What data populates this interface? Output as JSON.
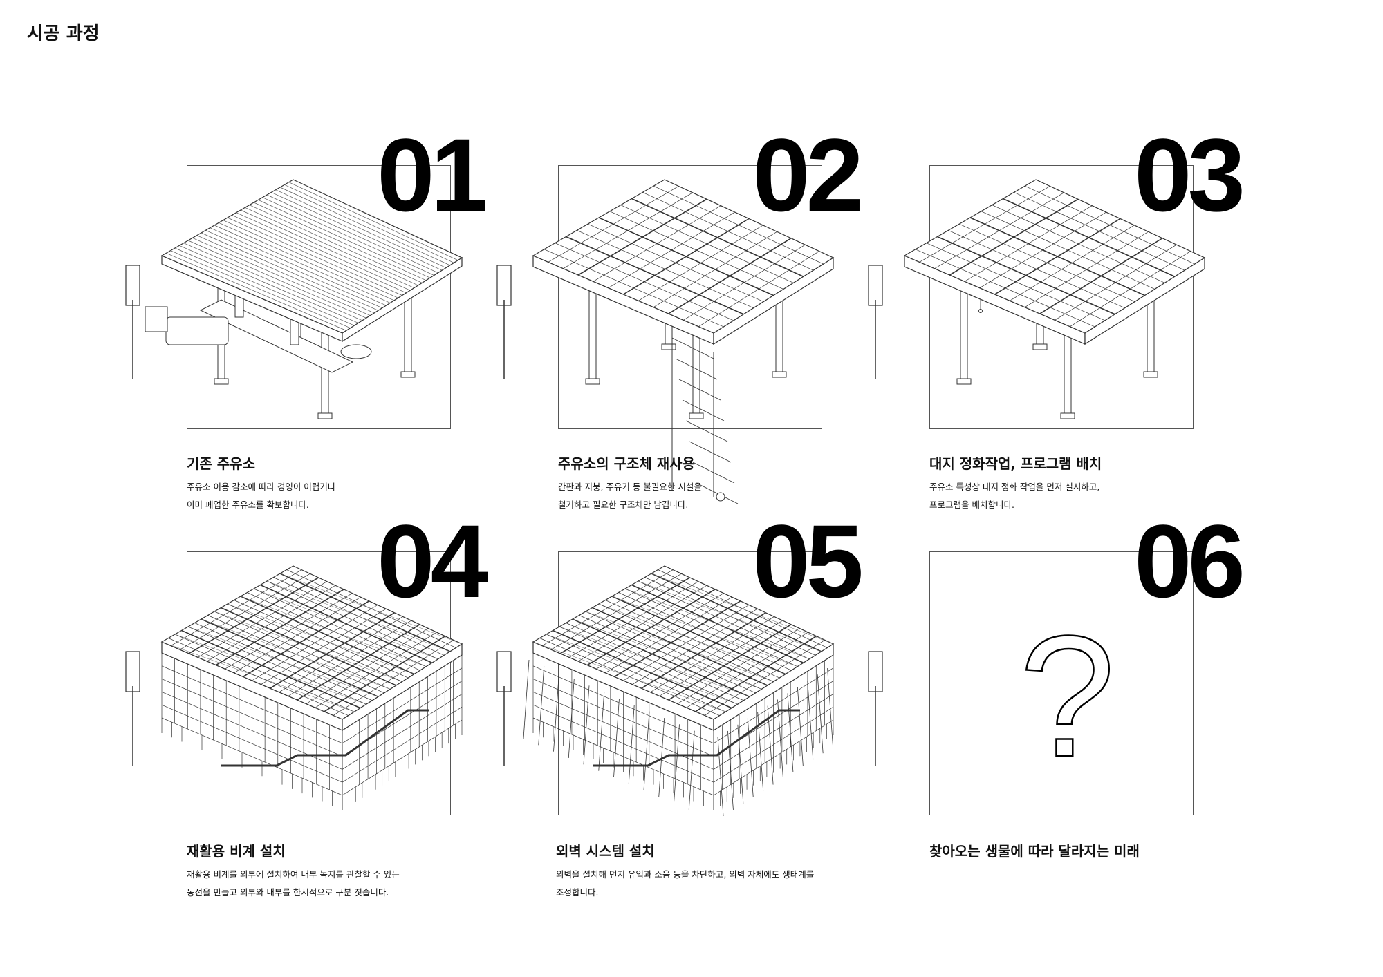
{
  "page_title": "시공 과정",
  "steps": [
    {
      "number": "01",
      "title": "기존 주유소",
      "desc": [
        "주유소 이용 감소에 따라 경영이 어렵거나",
        "이미 폐업한 주유소를 확보합니다."
      ],
      "drawing": "gas-station"
    },
    {
      "number": "02",
      "title": "주유소의 구조체 재사용",
      "desc": [
        "간판과 지붕, 주유기 등 불필요한 시설을",
        "철거하고 필요한 구조체만 남깁니다."
      ],
      "drawing": "bare-structure"
    },
    {
      "number": "03",
      "title": "대지 정화작업, 프로그램 배치",
      "desc": [
        "주유소 특성상 대지 정화 작업을 먼저 실시하고,",
        "프로그램을 배치합니다."
      ],
      "drawing": "program-layout"
    },
    {
      "number": "04",
      "title": "재활용 비계 설치",
      "desc": [
        "재활용 비계를 외부에 설치하여 내부 녹지를 관찰할 수 있는",
        "동선을 만들고 외부와 내부를 한시적으로 구분 짓습니다."
      ],
      "drawing": "scaffolding"
    },
    {
      "number": "05",
      "title": "외벽 시스템 설치",
      "desc": [
        "외벽을 설치해 먼지 유입과 소음 등을 차단하고, 외벽 자체에도 생태계를",
        "조성합니다."
      ],
      "drawing": "wall-system"
    },
    {
      "number": "06",
      "title": "찾아오는 생물에 따라 달라지는 미래",
      "desc": [],
      "drawing": "question",
      "symbol": "?"
    }
  ]
}
